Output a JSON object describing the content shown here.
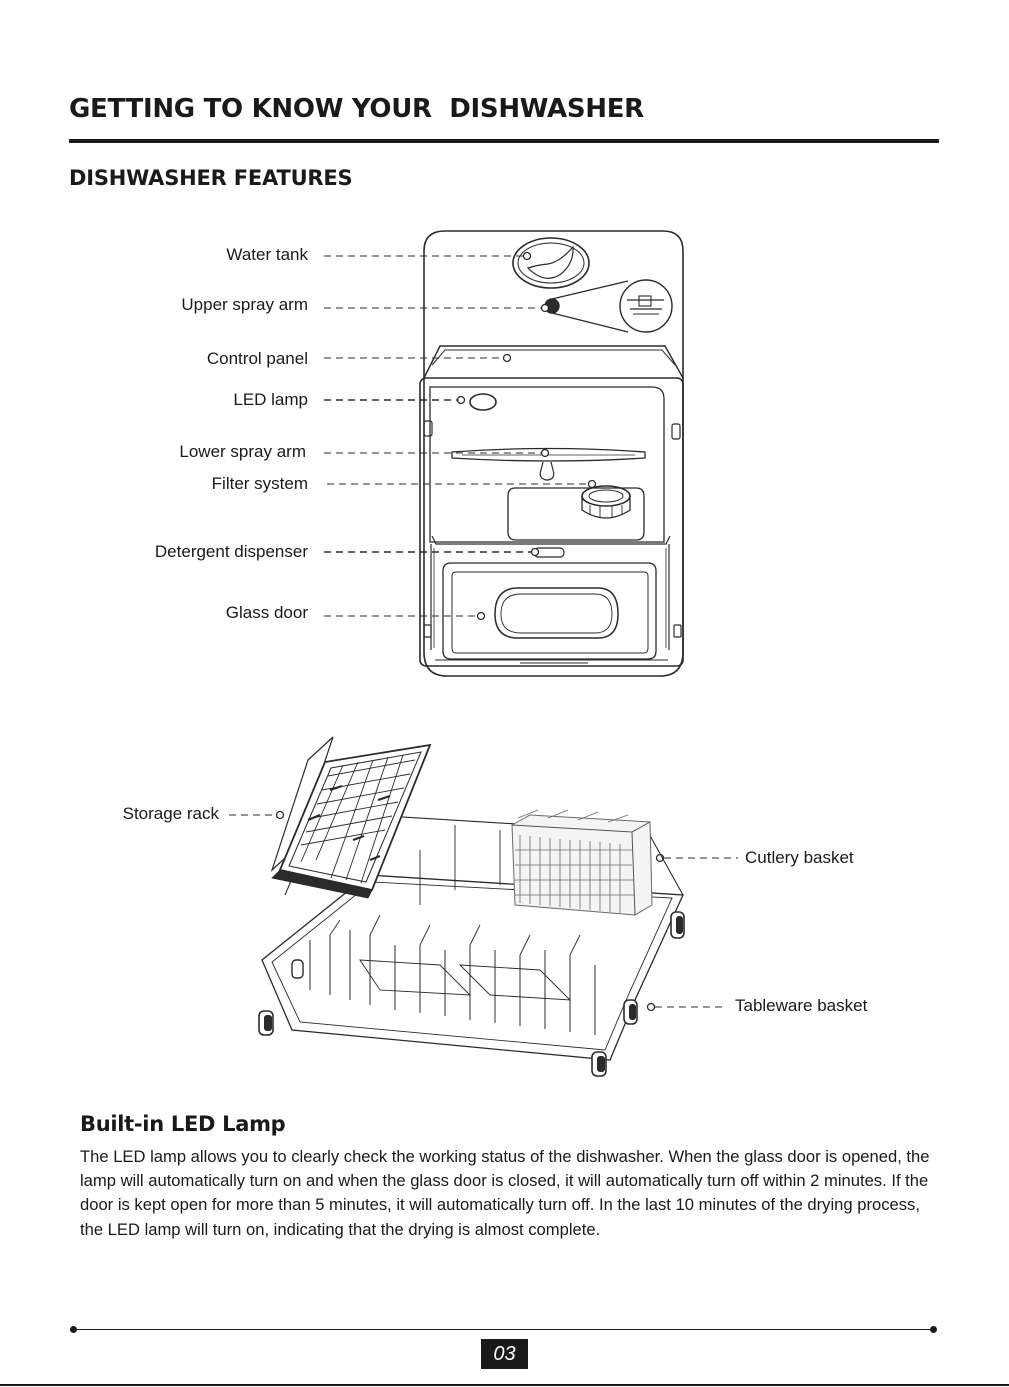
{
  "header": {
    "title": "GETTING TO KNOW YOUR  DISHWASHER",
    "section": "DISHWASHER FEATURES"
  },
  "diagram": {
    "labels": {
      "water_tank": "Water tank",
      "upper_spray_arm": "Upper spray arm",
      "control_panel": "Control panel",
      "led_lamp": "LED lamp",
      "lower_spray_arm": "Lower spray arm",
      "filter_system": "Filter system",
      "detergent_dispenser": "Detergent dispenser",
      "glass_door": "Glass door",
      "storage_rack": "Storage rack",
      "cutlery_basket": "Cutlery basket",
      "tableware_basket": "Tableware basket"
    }
  },
  "led_section": {
    "heading": "Built-in LED Lamp",
    "body": "The LED lamp allows you to clearly check the working status of the dishwasher. When the glass door is opened, the lamp will automatically turn on and when the glass door is closed, it will automatically turn off within 2 minutes. If the door is kept open for more than 5 minutes, it will automatically turn off. In the last 10 minutes of the drying process, the LED lamp will turn on, indicating that the drying is almost complete."
  },
  "footer": {
    "page_number": "03"
  }
}
